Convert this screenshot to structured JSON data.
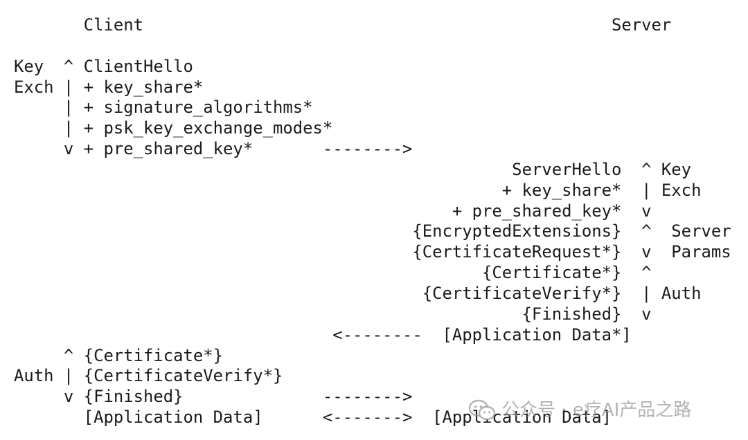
{
  "diagram": {
    "lines": [
      "       Client                                               Server",
      "",
      "Key  ^ ClientHello",
      "Exch | + key_share*",
      "     | + signature_algorithms*",
      "     | + psk_key_exchange_modes*",
      "     v + pre_shared_key*       -------->",
      "                                                  ServerHello  ^ Key",
      "                                                 + key_share*  | Exch",
      "                                            + pre_shared_key*  v",
      "                                        {EncryptedExtensions}  ^  Server",
      "                                        {CertificateRequest*}  v  Params",
      "                                               {Certificate*}  ^",
      "                                         {CertificateVerify*}  | Auth",
      "                                                   {Finished}  v",
      "                                <--------  [Application Data*]",
      "     ^ {Certificate*}",
      "Auth | {CertificateVerify*}",
      "     v {Finished}              -------->",
      "       [Application Data]      <------->  [Application Data]"
    ]
  },
  "watermark": {
    "text": "公众号 · e疗AI产品之路",
    "icon": "wechat-icon"
  }
}
